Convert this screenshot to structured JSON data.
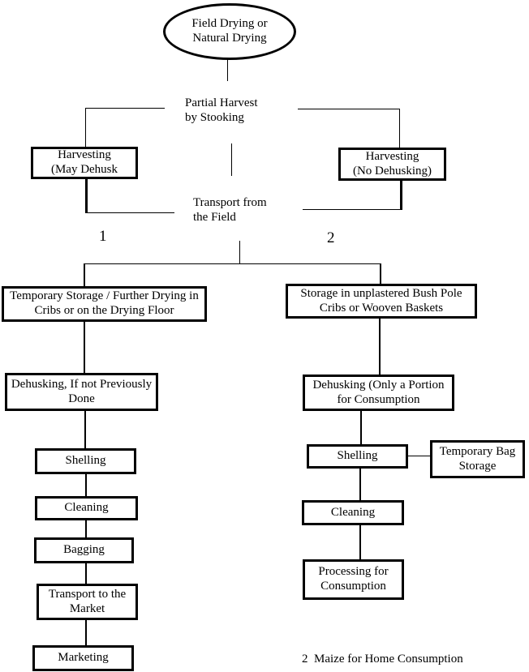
{
  "colors": {
    "ink": "#000000",
    "paper": "#ffffff"
  },
  "nodes": {
    "field_drying": {
      "shape": "ellipse",
      "label": "Field Drying or\nNatural Drying"
    },
    "partial_harvest": {
      "shape": "text",
      "label": "Partial Harvest\nby Stooking"
    },
    "harvesting_may": {
      "shape": "box",
      "label": "Harvesting\n(May Dehusk"
    },
    "harvesting_no": {
      "shape": "box",
      "label": "Harvesting\n(No Dehusking)"
    },
    "transport_field": {
      "shape": "text",
      "label": "Transport from\nthe Field"
    },
    "branch_1": {
      "shape": "text",
      "label": "1"
    },
    "branch_2": {
      "shape": "text",
      "label": "2"
    },
    "temp_storage": {
      "shape": "box",
      "label": "Temporary Storage / Further Drying in\nCribs or on the Drying Floor"
    },
    "bush_storage": {
      "shape": "box",
      "label": "Storage in unplastered Bush Pole\nCribs or Wooven Baskets"
    },
    "dehusking_left": {
      "shape": "box",
      "label": "Dehusking, If not Previously\nDone"
    },
    "dehusking_right": {
      "shape": "box",
      "label": "Dehusking (Only a Portion\nfor Consumption"
    },
    "shelling_left": {
      "shape": "box",
      "label": "Shelling"
    },
    "shelling_right": {
      "shape": "box",
      "label": "Shelling"
    },
    "temp_bag": {
      "shape": "box",
      "label": "Temporary Bag\nStorage"
    },
    "cleaning_left": {
      "shape": "box",
      "label": "Cleaning"
    },
    "cleaning_right": {
      "shape": "box",
      "label": "Cleaning"
    },
    "bagging": {
      "shape": "box",
      "label": "Bagging"
    },
    "processing": {
      "shape": "box",
      "label": "Processing for\nConsumption"
    },
    "transport_market": {
      "shape": "box",
      "label": "Transport to the\nMarket"
    },
    "marketing": {
      "shape": "box",
      "label": "Marketing"
    },
    "footnote": {
      "shape": "text",
      "label": "2  Maize for Home Consumption"
    }
  }
}
